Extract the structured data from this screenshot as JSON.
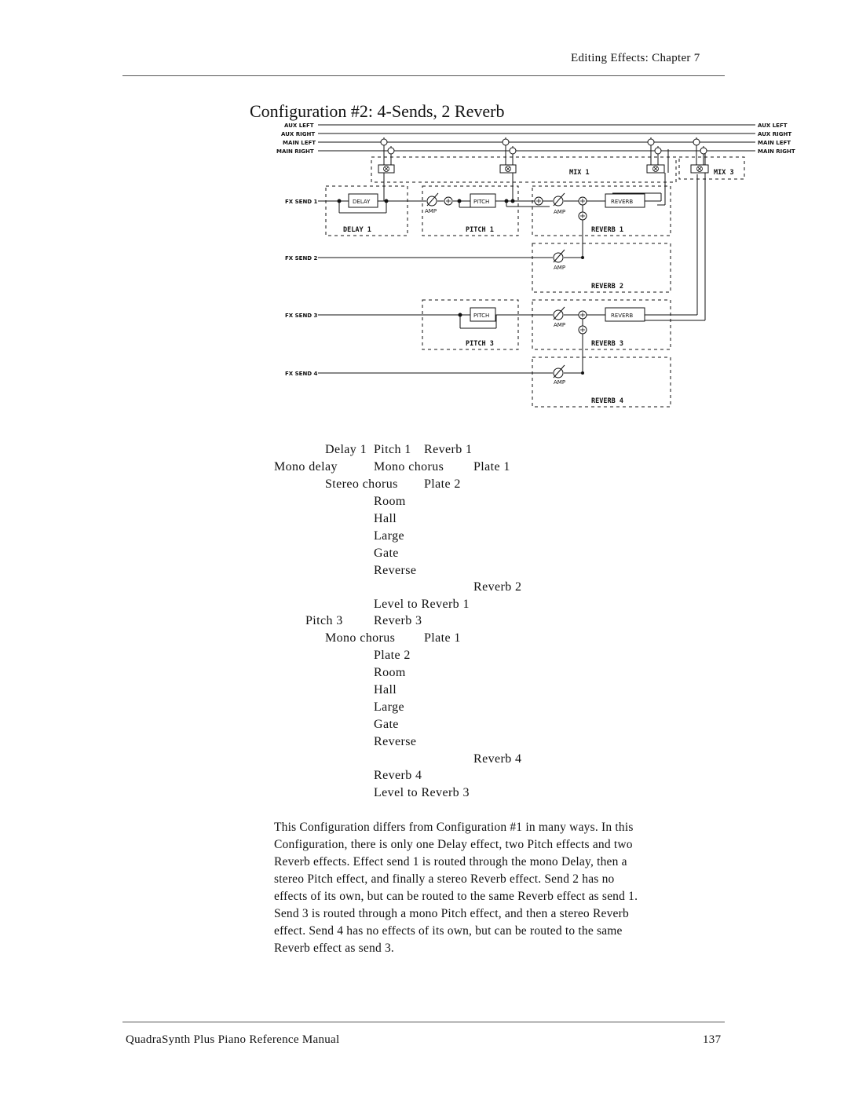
{
  "header": {
    "running_head": "Editing Effects: Chapter 7"
  },
  "title": "Configuration #2: 4-Sends, 2 Reverb",
  "diagram": {
    "bus_labels": [
      "AUX LEFT",
      "AUX RIGHT",
      "MAIN LEFT",
      "MAIN RIGHT"
    ],
    "send_labels": [
      "FX SEND 1",
      "FX SEND 2",
      "FX SEND 3",
      "FX SEND 4"
    ],
    "block_delay": "DELAY",
    "block_pitch": "PITCH",
    "block_reverb": "REVERB",
    "amp": "AMP",
    "sections": {
      "delay1": "DELAY 1",
      "pitch1": "PITCH 1",
      "reverb1": "REVERB 1",
      "reverb2": "REVERB 2",
      "pitch3": "PITCH 3",
      "reverb3": "REVERB 3",
      "reverb4": "REVERB 4",
      "mix1": "MIX 1",
      "mix3": "MIX 3"
    }
  },
  "table": {
    "r1": [
      "Delay 1",
      "Pitch 1",
      "Reverb 1"
    ],
    "r2": [
      "Mono delay",
      "Mono chorus",
      "Plate 1"
    ],
    "r3": [
      "Stereo chorus",
      "Plate 2"
    ],
    "r4": "Room",
    "r5": "Hall",
    "r6": "Large",
    "r7": "Gate",
    "r8": "Reverse",
    "r9": "Reverb 2",
    "r10": "Level to Reverb 1",
    "r11": [
      "Pitch 3",
      "Reverb 3"
    ],
    "r12": [
      "Mono chorus",
      "Plate 1"
    ],
    "r13": "Plate 2",
    "r14": "Room",
    "r15": "Hall",
    "r16": "Large",
    "r17": "Gate",
    "r18": "Reverse",
    "r19": "Reverb 4",
    "r20": "Reverb 4",
    "r21": "Level to Reverb 3"
  },
  "paragraph": [
    "This Configuration differs from Configuration #1 in many ways. In this",
    "Configuration, there is only one Delay effect, two Pitch effects and two",
    "Reverb effects. Effect send 1 is routed through the mono Delay, then a",
    "stereo Pitch effect, and finally a stereo Reverb effect. Send 2 has no",
    "effects of its own, but can be routed to the same Reverb effect as send 1.",
    "Send 3 is routed through a mono Pitch effect, and then a stereo Reverb",
    "effect. Send 4 has no effects of its own, but can be routed to the same",
    "Reverb effect as send 3."
  ],
  "footer": {
    "manual": "QuadraSynth Plus Piano Reference Manual",
    "page": "137"
  }
}
